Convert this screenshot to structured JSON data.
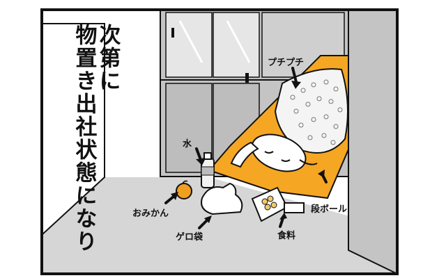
{
  "narration": {
    "line1": "次第に",
    "line2": "物置き出社状態になり"
  },
  "labels": {
    "bubble_wrap": "プチプチ",
    "water": "水",
    "mandarin": "おみかん",
    "vomit_bag": "ゲロ袋",
    "food": "食料",
    "cardboard": "段ボール"
  },
  "colors": {
    "background": "#ffffff",
    "ink": "#111111",
    "floor_gray": "#d6d6d6",
    "cabinet_gray": "#c4c4c4",
    "cardboard_orange": "#f5a623",
    "mandarin_orange": "#f0a020"
  }
}
